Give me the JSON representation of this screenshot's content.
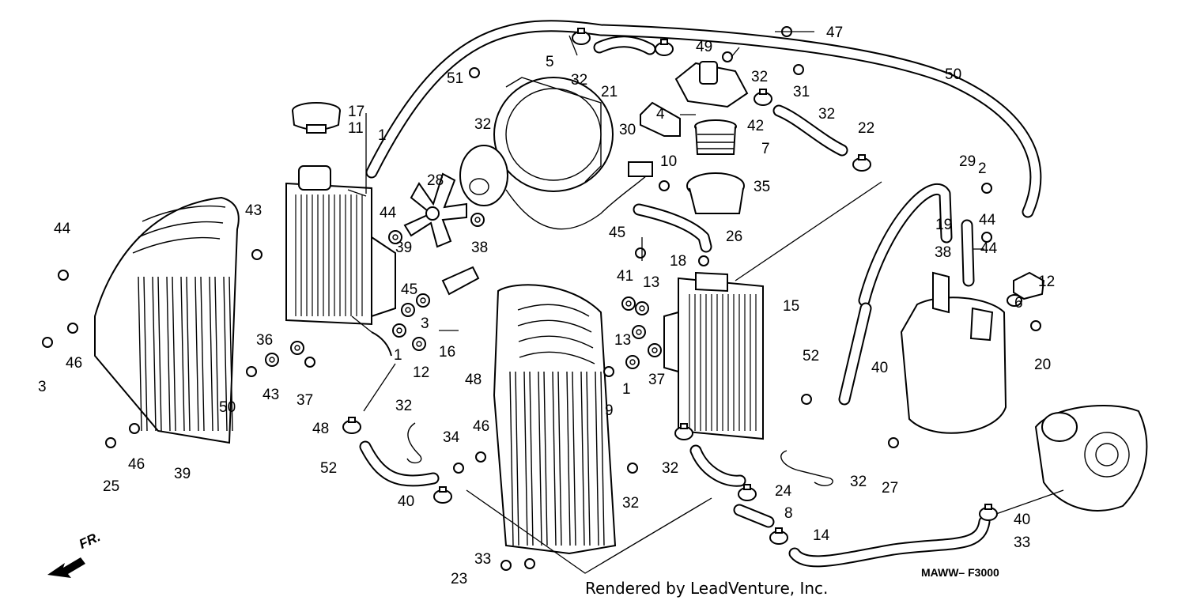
{
  "credit": "Rendered by LeadVenture, Inc.",
  "diagram_code": "MAWW– F3000",
  "front_marker": "FR.",
  "callouts": [
    "47",
    "49",
    "51",
    "5",
    "32",
    "21",
    "32",
    "31",
    "50",
    "17",
    "11",
    "1",
    "4",
    "42",
    "30",
    "32",
    "22",
    "32",
    "7",
    "28",
    "10",
    "35",
    "29",
    "2",
    "44",
    "43",
    "44",
    "45",
    "26",
    "19",
    "44",
    "39",
    "38",
    "38",
    "44",
    "18",
    "45",
    "3",
    "41",
    "13",
    "12",
    "15",
    "6",
    "16",
    "36",
    "1",
    "12",
    "13",
    "3",
    "46",
    "40",
    "20",
    "52",
    "43",
    "37",
    "1",
    "37",
    "48",
    "50",
    "9",
    "48",
    "32",
    "34",
    "46",
    "40",
    "32",
    "24",
    "32",
    "27",
    "52",
    "25",
    "46",
    "40",
    "32",
    "39",
    "8",
    "14",
    "33",
    "33",
    "23",
    "40",
    "46"
  ]
}
